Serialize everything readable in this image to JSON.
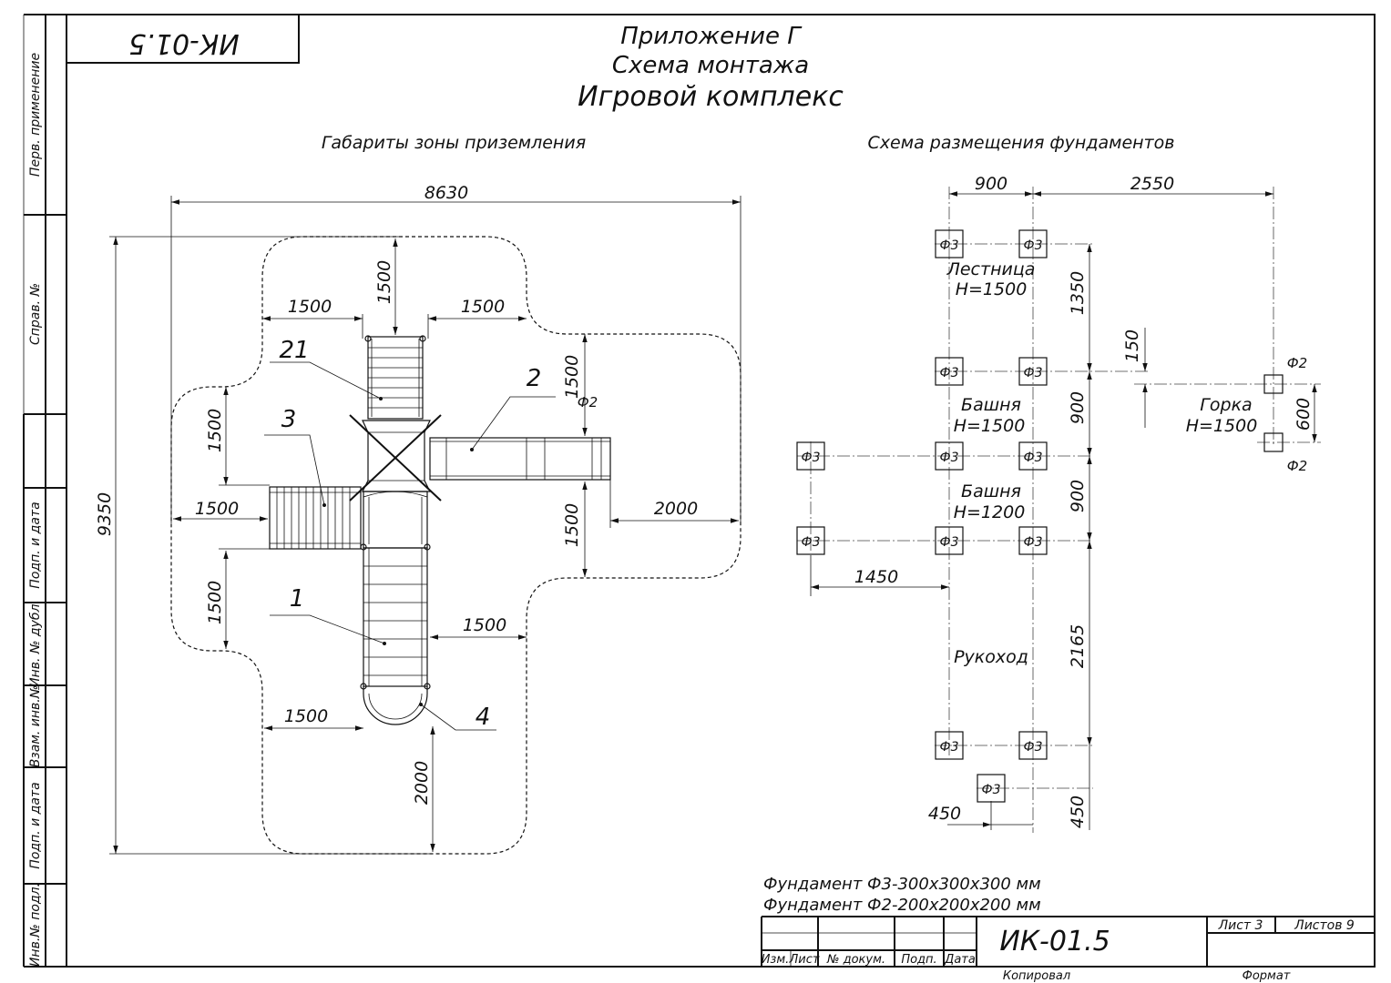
{
  "stamp_code_rotated": "ИК-01.5",
  "title": {
    "line1": "Приложение Г",
    "line2": "Схема монтажа",
    "line3": "Игровой комплекс"
  },
  "left_margin_labels": {
    "perv_primenenie": "Перв. применение",
    "sprav_no": "Справ. №",
    "podp_i_data_1": "Подп. и дата",
    "inv_no_dubl": "Инв. № дубл.",
    "vzam_inv_no": "Взам. инв.№",
    "podp_i_data_2": "Подп. и дата",
    "inv_no_podl": "Инв.№ подл."
  },
  "landing_zone": {
    "heading": "Габариты зоны приземления",
    "dim_total_width": "8630",
    "dim_total_height": "9350",
    "dim_top_left": "1500",
    "dim_top_vertical": "1500",
    "dim_top_right": "1500",
    "dim_right_upper_vertical": "1500",
    "dim_left_upper_vertical": "1500",
    "dim_left_horizontal": "1500",
    "dim_right_lower_vertical": "1500",
    "dim_right_horizontal": "2000",
    "dim_left_lower_vertical": "1500",
    "dim_bottom_right_horizontal": "1500",
    "dim_bottom_left_horizontal": "1500",
    "dim_bottom_vertical": "2000",
    "callout_21": "21",
    "callout_3": "3",
    "callout_2": "2",
    "callout_1": "1",
    "callout_4": "4"
  },
  "foundations": {
    "heading": "Схема размещения фундаментов",
    "dim_900_top": "900",
    "dim_2550": "2550",
    "dim_1350": "1350",
    "dim_150": "150",
    "dim_900_mid": "900",
    "dim_900_low": "900",
    "dim_600": "600",
    "dim_1450": "1450",
    "dim_2165": "2165",
    "dim_450_left": "450",
    "dim_450_right": "450",
    "label_f3": "Ф3",
    "label_f2": "Ф2",
    "ladder": "Лестница",
    "ladder_h": "H=1500",
    "tower1": "Башня",
    "tower1_h": "H=1500",
    "tower2": "Башня",
    "tower2_h": "H=1200",
    "slide": "Горка",
    "slide_h": "H=1500",
    "monkey_bars": "Рукоход"
  },
  "notes": {
    "f3": "Фундамент Ф3-300x300x300 мм",
    "f2": "Фундамент Ф2-200x200x200 мм"
  },
  "title_block": {
    "code": "ИК-01.5",
    "izm": "Изм.",
    "list": "Лист",
    "no_dokum": "№ докум.",
    "podp": "Подп.",
    "data": "Дата",
    "sheet": "Лист 3",
    "sheets": "Листов 9",
    "kopiroval": "Копировал",
    "format": "Формат"
  }
}
